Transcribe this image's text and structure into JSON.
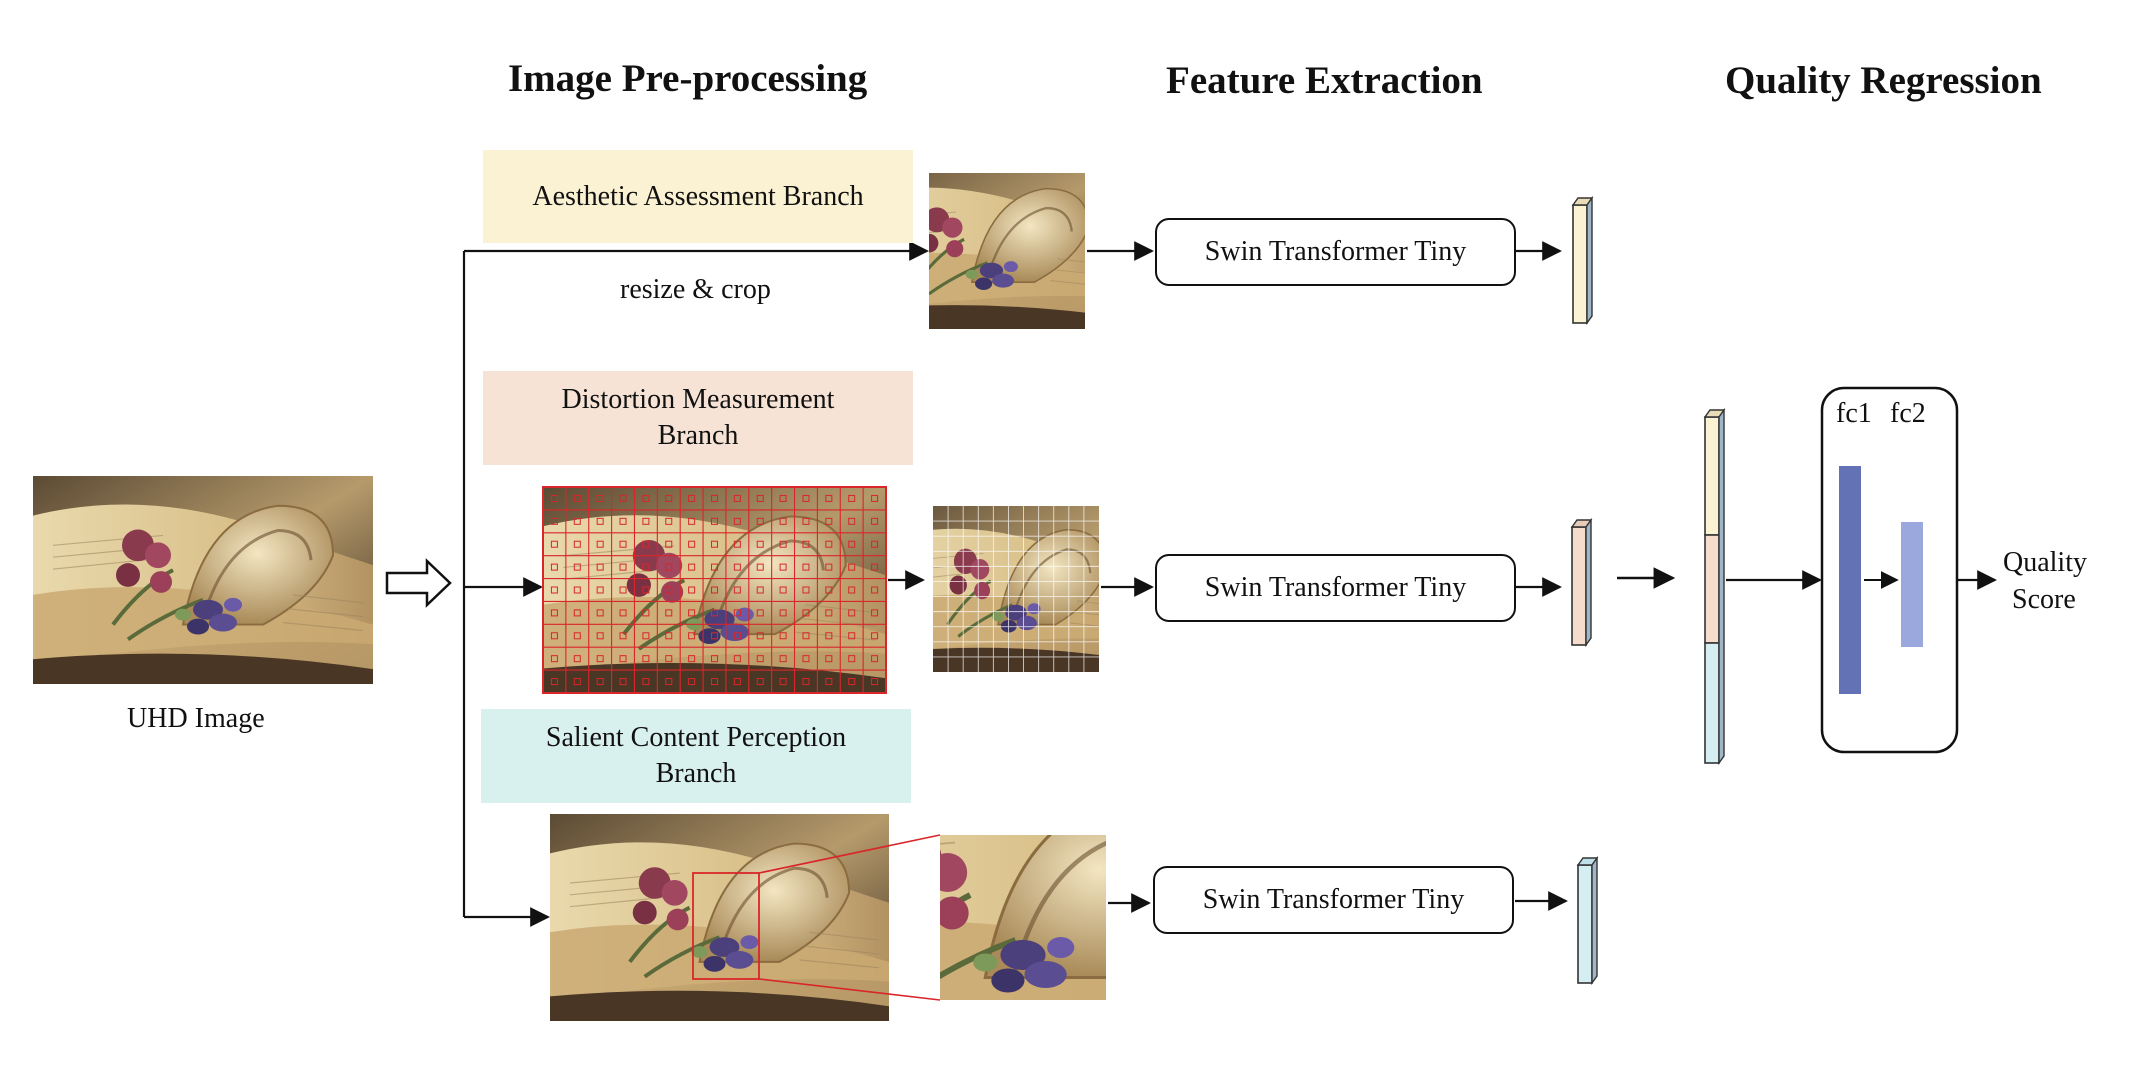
{
  "sections": {
    "preprocessing": "Image Pre-processing",
    "feature_extraction": "Feature Extraction",
    "quality_regression": "Quality Regression"
  },
  "input": {
    "label": "UHD Image"
  },
  "branches": {
    "aesthetic": {
      "label": "Aesthetic Assessment Branch",
      "op": "resize & crop",
      "color": "#fbf1d3"
    },
    "distortion": {
      "label_line1": "Distortion Measurement",
      "label_line2": "Branch",
      "color": "#f7e3d5"
    },
    "salient": {
      "label_line1": "Salient Content Perception",
      "label_line2": "Branch",
      "color": "#d9f1ee"
    }
  },
  "extractors": {
    "top": "Swin Transformer Tiny",
    "middle": "Swin Transformer Tiny",
    "bottom": "Swin Transformer Tiny"
  },
  "regression": {
    "fc1": "fc1",
    "fc2": "fc2",
    "output_line1": "Quality",
    "output_line2": "Score"
  },
  "colors": {
    "feature_aesthetic": "#fbf1d3",
    "feature_distortion": "#f5dccd",
    "feature_salient": "#d4eef2",
    "fc1": "#6371b5",
    "fc2": "#9aa8dd",
    "grid_red": "#d9262a"
  }
}
